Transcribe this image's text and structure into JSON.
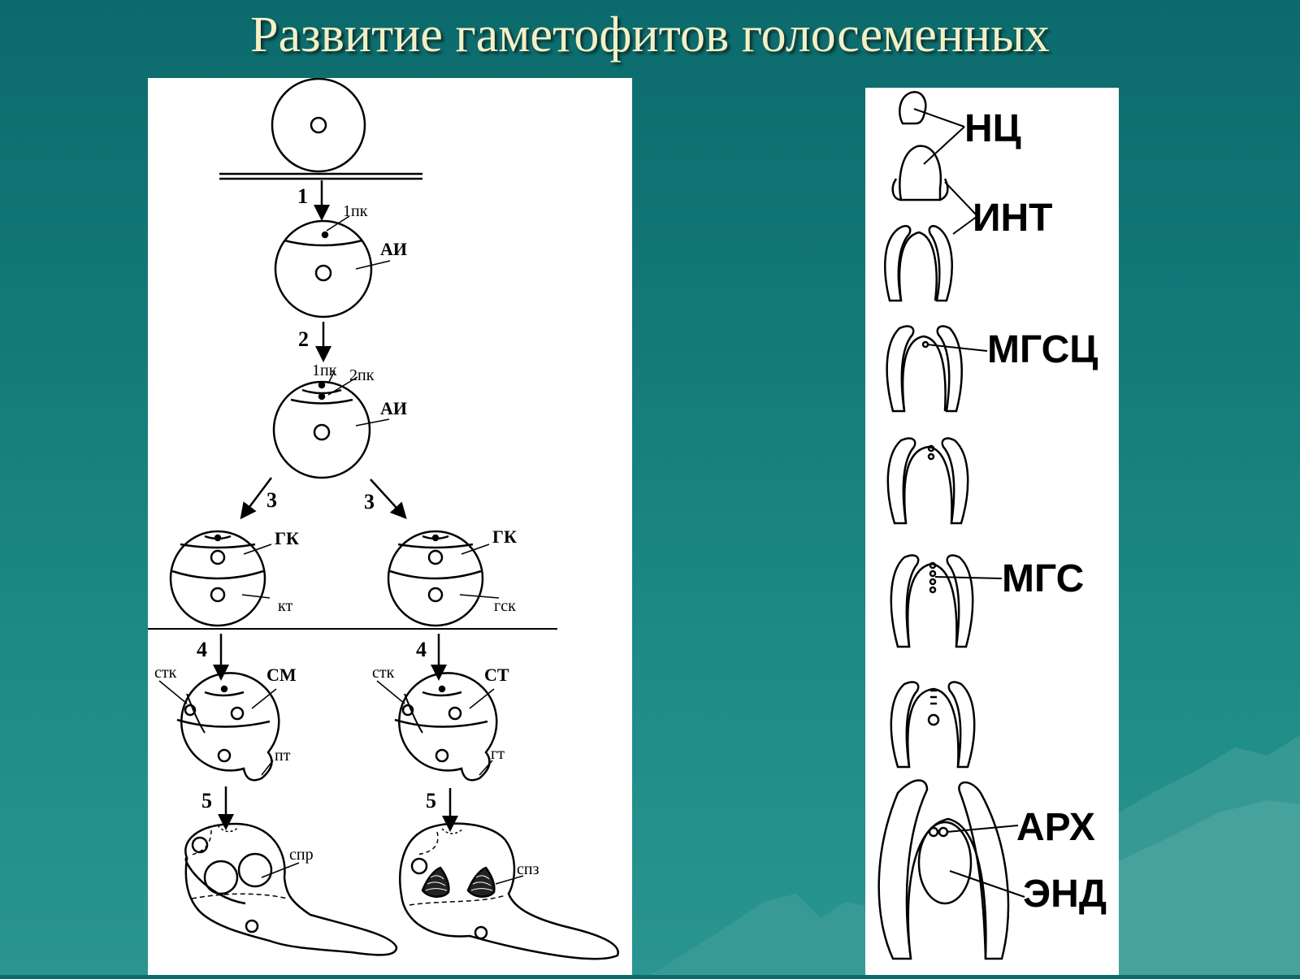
{
  "title": "Развитие гаметофитов голосеменных",
  "left_diagram": {
    "steps": [
      "1",
      "2",
      "3",
      "3",
      "4",
      "4",
      "5",
      "5"
    ],
    "labels": {
      "first_cell_1": "1пк",
      "ai_1": "АИ",
      "first_cell_2": "1пк",
      "second_cell": "2пк",
      "ai_2": "АИ",
      "gk_left": "ГК",
      "kt": "кт",
      "gk_right": "ГК",
      "gsk": "гск",
      "stk_left": "стк",
      "sm": "СМ",
      "pt": "пт",
      "stk_right": "стк",
      "st": "СТ",
      "gt": "гт",
      "spr": "спр",
      "spz": "спз"
    }
  },
  "right_diagram": {
    "labels": {
      "nc": "НЦ",
      "int": "ИНТ",
      "mgsc": "МГСЦ",
      "mgs": "МГС",
      "arh": "АРХ",
      "end": "ЭНД"
    }
  }
}
